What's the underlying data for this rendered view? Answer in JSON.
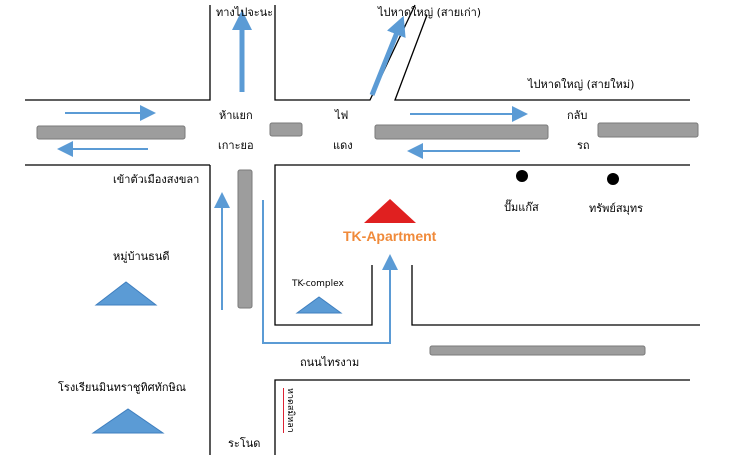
{
  "colors": {
    "road_line": "#000000",
    "median": "#9d9d9d",
    "arrow": "#5b9bd5",
    "landmark": "#5b9bd5",
    "apartment": "#e02020",
    "brand_text": "#f08a3a"
  },
  "labels": {
    "to_chana": "ทางไปจะนะ",
    "to_hatyai_old": "ไปหาดใหญ่ (สายเก่า)",
    "to_hatyai_new": "ไปหาดใหญ่ (สายใหม่)",
    "junction_1": "ห้าแยก",
    "junction_2": "เกาะยอ",
    "light_1": "ไฟ",
    "light_2": "แดง",
    "uturn_1": "กลับ",
    "uturn_2": "รถ",
    "to_songkhla": "เข้าตัวเมืองสงขลา",
    "gas_station": "ปั๊มแก๊ส",
    "supsamut": "ทรัพย์สมุทร",
    "apartment": "TK-Apartment",
    "tk_complex": "TK-complex",
    "village": "หมู่บ้านธนดี",
    "school": "โรงเรียนมินทราชูทิศทักษิณ",
    "road_saingam": "ถนนไทรงาม",
    "ranod": "ระโนด",
    "to_samila": "หาดสมิหลา"
  },
  "icons": [
    "straight-arrow-icon",
    "diagonal-arrow-icon",
    "direction-arrow-icon",
    "gas-station-dot-icon",
    "store-dot-icon",
    "apartment-triangle-icon",
    "landmark-triangle-icon"
  ]
}
